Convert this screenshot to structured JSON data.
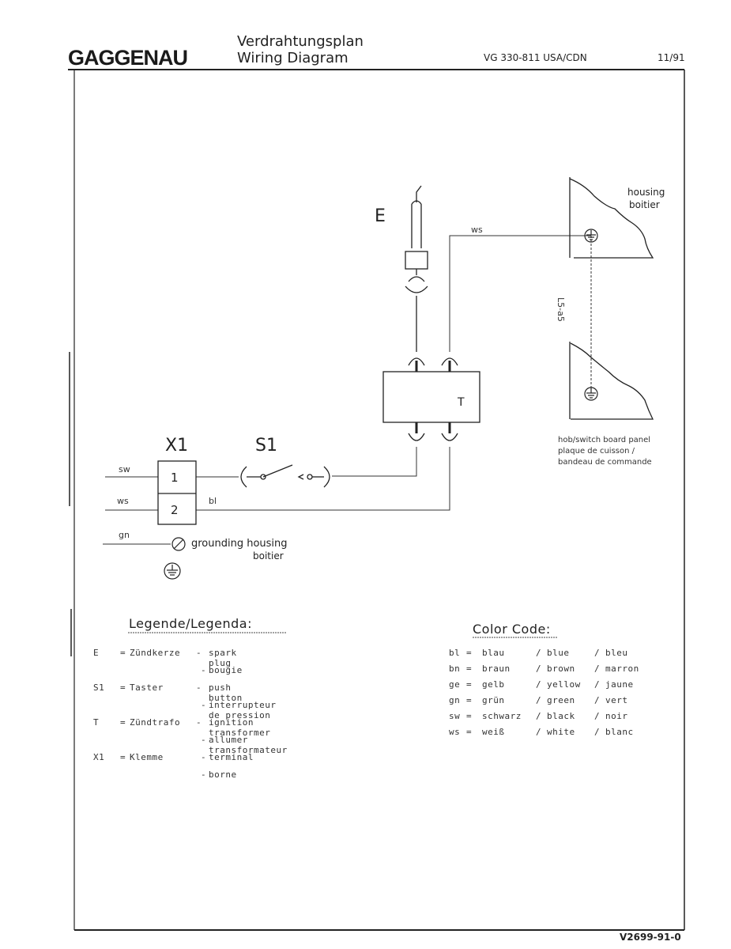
{
  "header": {
    "brand": "GAGGENAU",
    "title_de": "Verdrahtungsplan",
    "title_en": "Wiring Diagram",
    "doc_number": "VG 330-811 USA/CDN",
    "date": "11/91"
  },
  "diagram": {
    "electrode_label": "E",
    "terminal_block_label": "X1",
    "terminal_1": "1",
    "terminal_2": "2",
    "switch_label": "S1",
    "transformer_label": "T",
    "wire_sw": "sw",
    "wire_ws_left": "ws",
    "wire_gn": "gn",
    "wire_bl": "bl",
    "wire_ws_top": "ws",
    "distance_label": "L5-a5",
    "housing_label": "housing",
    "housing_label_fr": "boitier",
    "panel_label_1": "hob/switch board panel",
    "panel_label_2": "plaque de cuisson /",
    "panel_label_3": "bandeau de commande",
    "grounding_label": "grounding housing",
    "grounding_label_fr": "boitier"
  },
  "legend": {
    "heading": "Legende/Legenda:",
    "rows": [
      {
        "abbr": "E",
        "sep": "=",
        "de": "Zündkerze",
        "dash": "-",
        "text": "spark plug"
      },
      {
        "abbr": "",
        "sep": "",
        "de": "",
        "dash": "-",
        "text": "bougie"
      },
      {
        "abbr": "S1",
        "sep": "=",
        "de": "Taster",
        "dash": "-",
        "text": "push button"
      },
      {
        "abbr": "",
        "sep": "",
        "de": "",
        "dash": "-",
        "text": "interrupteur de pression"
      },
      {
        "abbr": "T",
        "sep": "=",
        "de": "Zündtrafo",
        "dash": "-",
        "text": "ignition transformer"
      },
      {
        "abbr": "",
        "sep": "",
        "de": "",
        "dash": "-",
        "text": "allumer transformateur"
      },
      {
        "abbr": "X1",
        "sep": "=",
        "de": "Klemme",
        "dash": "-",
        "text": "terminal"
      },
      {
        "abbr": "",
        "sep": "",
        "de": "",
        "dash": "-",
        "text": "borne"
      }
    ]
  },
  "color_code": {
    "heading": "Color Code:",
    "rows": [
      {
        "abbr": "bl",
        "de": "blau",
        "en": "blue",
        "fr": "bleu"
      },
      {
        "abbr": "bn",
        "de": "braun",
        "en": "brown",
        "fr": "marron"
      },
      {
        "abbr": "ge",
        "de": "gelb",
        "en": "yellow",
        "fr": "jaune"
      },
      {
        "abbr": "gn",
        "de": "grün",
        "en": "green",
        "fr": "vert"
      },
      {
        "abbr": "sw",
        "de": "schwarz",
        "en": "black",
        "fr": "noir"
      },
      {
        "abbr": "ws",
        "de": "weiß",
        "en": "white",
        "fr": "blanc"
      }
    ]
  },
  "footer": {
    "code": "V2699-91-0"
  },
  "colors": {
    "ink": "#2a2a2a",
    "paper": "#ffffff"
  }
}
